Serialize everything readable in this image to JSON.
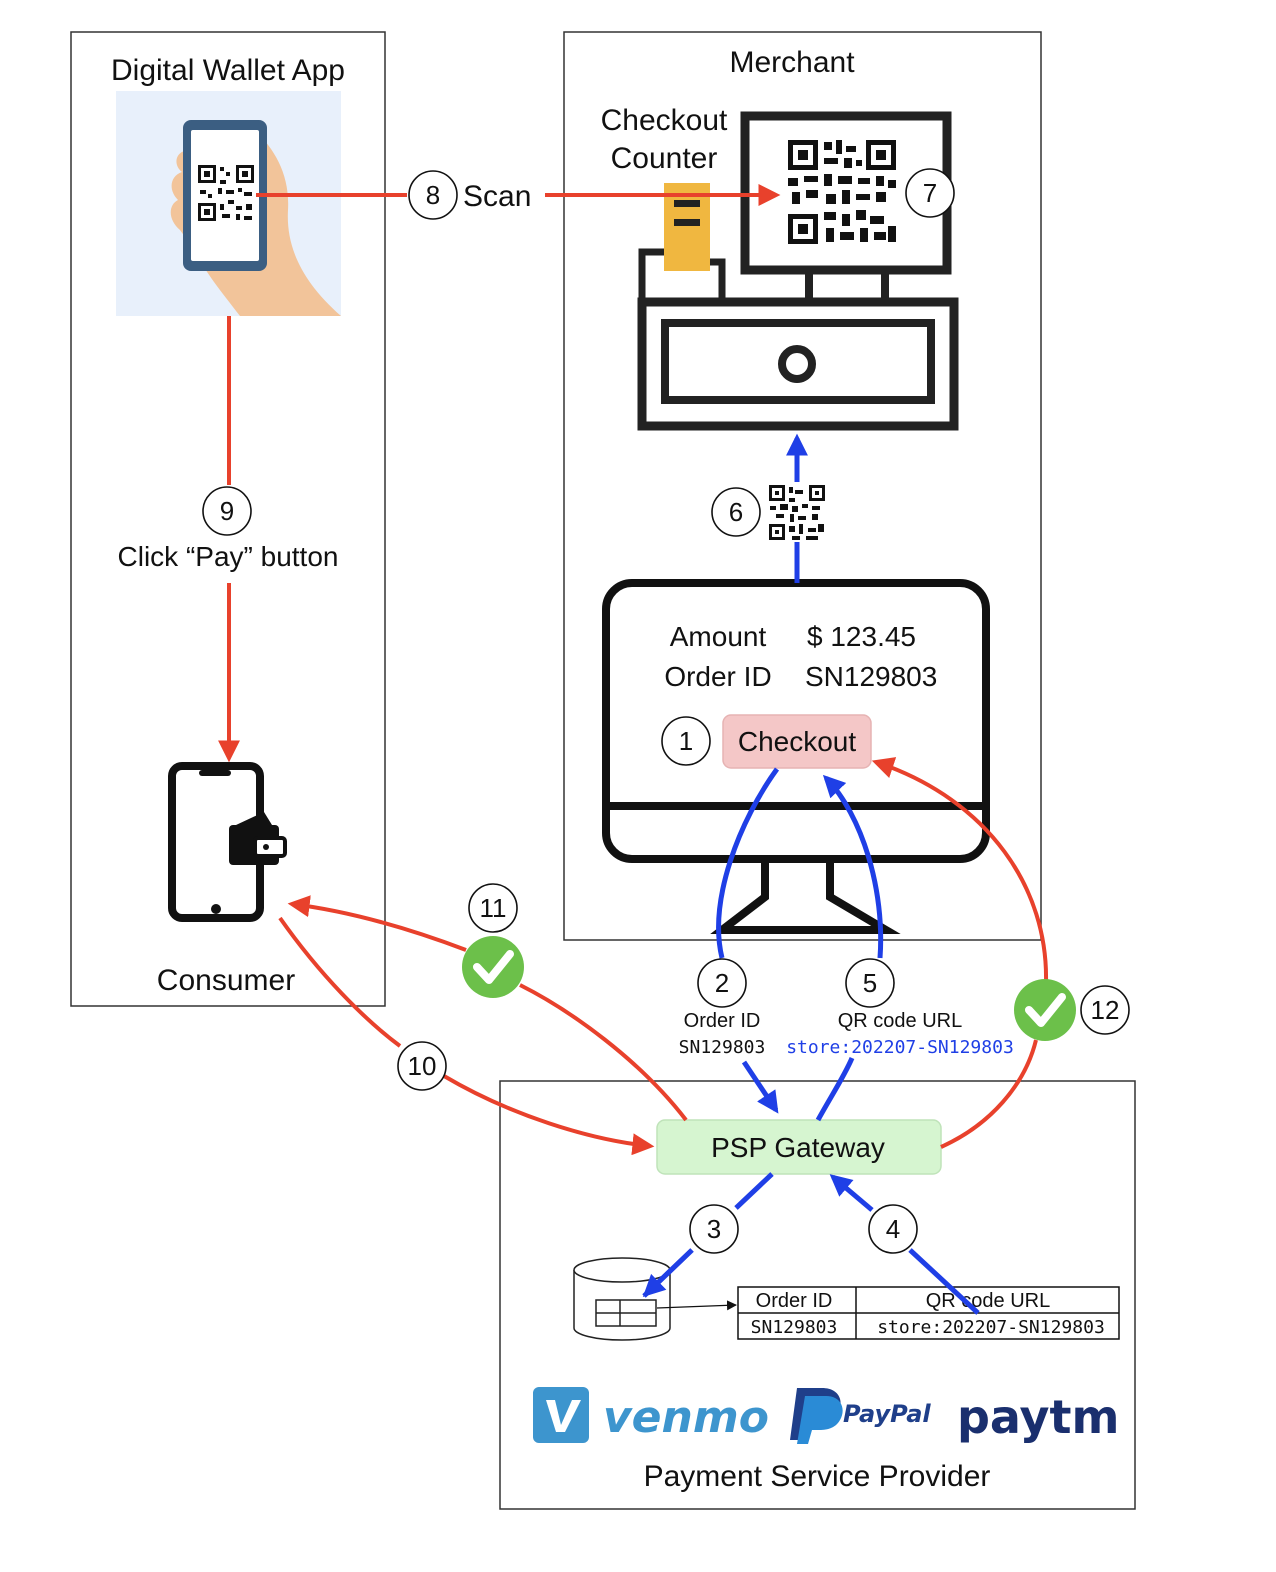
{
  "panels": {
    "wallet_title": "Digital Wallet App",
    "consumer_label": "Consumer",
    "merchant_title": "Merchant",
    "checkout_counter_line1": "Checkout",
    "checkout_counter_line2": "Counter",
    "psp_title": "Payment Service Provider"
  },
  "screen": {
    "amount_label": "Amount",
    "amount_value": "$ 123.45",
    "order_label": "Order ID",
    "order_value": "SN129803",
    "checkout_button": "Checkout"
  },
  "gateway": {
    "label": "PSP Gateway"
  },
  "steps": {
    "s1": "1",
    "s2": "2",
    "s3": "3",
    "s4": "4",
    "s5": "5",
    "s6": "6",
    "s7": "7",
    "s8": "8",
    "s9": "9",
    "s10": "10",
    "s11": "11",
    "s12": "12"
  },
  "step_labels": {
    "scan": "Scan",
    "click_pay": "Click “Pay” button",
    "order_id_label": "Order ID",
    "order_id_value": "SN129803",
    "qr_url_label": "QR code URL",
    "qr_url_value": "store:202207-SN129803"
  },
  "db_table": {
    "headers": [
      "Order ID",
      "QR code URL"
    ],
    "row": [
      "SN129803",
      "store:202207-SN129803"
    ]
  },
  "logos": {
    "venmo": "venmo",
    "paypal": "PayPal",
    "paytm": "paytm"
  },
  "colors": {
    "red_arrow": "#e8412c",
    "blue_arrow": "#1f3fe6",
    "checkout_button_fill": "#f4c7c7",
    "gateway_fill": "#d6f5d0",
    "check_green": "#6cc04a",
    "venmo_blue": "#3d95ce",
    "paytm_navy": "#1a2f6e"
  }
}
